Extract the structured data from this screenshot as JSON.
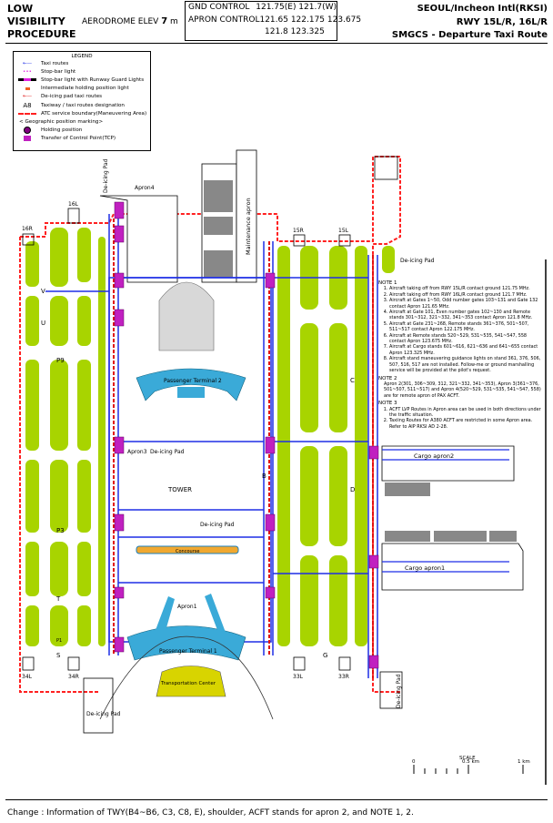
{
  "header": {
    "procedure": [
      "LOW",
      "VISIBILITY",
      "PROCEDURE"
    ],
    "elevation_label": "AERODROME ELEV",
    "elevation_value": "7",
    "elevation_unit": "m",
    "frequencies": [
      {
        "label": "GND  CONTROL",
        "values": "121.75(E)  121.7(W)"
      },
      {
        "label": "APRON CONTROL",
        "values": "121.65  122.175  123.675"
      },
      {
        "label": "",
        "values": "121.8  123.325"
      }
    ],
    "airport": "SEOUL/Incheon Intl(RKSI)",
    "runways": "RWY 15L/R, 16L/R",
    "chart_title": "SMGCS - Departure Taxi Route"
  },
  "legend": {
    "title": "LEGEND",
    "items": [
      "Taxi routes",
      "Stop-bar light",
      "Stop-bar light with Runway Guard Lights",
      "Intermediate holding position light",
      "De-icing pad taxi routes",
      "Taxiway / taxi routes designation",
      "ATC service boundary(Maneuvering Area)",
      "< Geographic position marking>",
      "Holding position",
      "Transfer of Control Point(TCP)"
    ],
    "designation_sample": "A8",
    "colors": {
      "taxi": "#1f2fe6",
      "stopbar": "#e020e0",
      "deice": "#e01010",
      "boundary": "#ff2020",
      "tcp": "#b020b0",
      "shoulder": "#a8d400"
    }
  },
  "map": {
    "runways": {
      "r16R": "16R",
      "r16L": "16L",
      "r34L": "34L",
      "r34R": "34R",
      "r15R": "15R",
      "r15L": "15L",
      "r33L": "33L",
      "r33R": "33R"
    },
    "areas": {
      "apron4": "Apron4",
      "apron3": "Apron3",
      "apron2_deice_left": "De-icing Pad",
      "apron2_deice_right": "De-icing Pad",
      "apron1": "Apron1",
      "terminal2": "Passenger Terminal 2",
      "terminal1": "Passenger Terminal 1",
      "transport": "Transportation Center",
      "concourse": "Concourse",
      "tower": "TOWER",
      "maintenance": "Maintenance apron",
      "cargo2": "Cargo apron2",
      "cargo1": "Cargo apron1",
      "deice_top_left": "De-icing Pad",
      "deice_right_top": "De-icing Pad",
      "deice_right_bottom": "De-icing Pad",
      "deice_bottom": "De-icing Pad"
    },
    "taxiways": {
      "V": "V",
      "U": "U",
      "P9": "P9",
      "P3": "P3",
      "P1": "P1",
      "T": "T",
      "S": "S",
      "C": "C",
      "D": "D",
      "G": "G",
      "B": "B"
    }
  },
  "notes": {
    "note1_title": "NOTE 1",
    "note1": [
      "Aircraft taking off from RWY 15L/R contact ground 121.75 MHz.",
      "Aircraft taking off from RWY 16L/R contact ground 121.7 MHz.",
      "Aircraft at Gates 1~50, Odd number gates 103~131 and Gate 132 contact Apron 121.65 MHz.",
      "Aircraft at Gate 101, Even number gates 102~130 and Remote stands 301~312, 321~332, 341~353 contact Apron 121.8 MHz.",
      "Aircraft at Gate 231~268, Remote stands 361~376, 501~507, 511~517 contact Apron 122.175 MHz.",
      "Aircraft at Remote stands 520~529, 531~535, 541~547, 558 contact Apron 123.675 MHz.",
      "Aircraft at Cargo stands 601~616, 621~636 and 641~655 contact Apron 123.325 MHz.",
      "Aircraft stand maneuvering guidance lights on stand 361, 376, 506, 507, 516, 517 are not installed. Follow-me or ground marshalling service will be provided at the pilot's request."
    ],
    "note2_title": "NOTE 2",
    "note2": "Apron 2(301, 306~309, 312, 321~332, 341~353), Apron 3(361~376, 501~507, 511~517) and Apron 4(520~529, 531~535, 541~547, 558) are for remote apron of PAX ACFT.",
    "note3_title": "NOTE 3",
    "note3": [
      "ACFT LVP Routes in Apron area can be used in both directions under the traffic situation.",
      "Taxiing Routes for A380 ACFT are restricted in some Apron area. Refer to AIP RKSI AD 2-28."
    ]
  },
  "scale": {
    "title": "SCALE",
    "ticks": [
      "0",
      "0.5 km",
      "1 km"
    ]
  },
  "footer": "Change : Information of TWY(B4~B6, C3, C8, E), shoulder, ACFT stands for apron 2, and NOTE 1, 2."
}
